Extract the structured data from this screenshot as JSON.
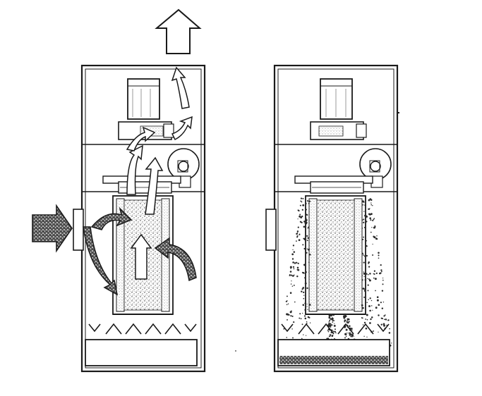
{
  "diagram": {
    "panels": [
      {
        "id": "filtering-mode",
        "flows": [
          "dirty-air-inlet",
          "clean-air-outlet",
          "internal-airflow-arrows"
        ]
      },
      {
        "id": "cleaning-mode",
        "flows": [
          "dust-discharge-to-hopper"
        ]
      }
    ],
    "labels": []
  },
  "colors": {
    "ink": "#1a1a1a",
    "paper": "#ffffff",
    "dust": "#2a2a2a"
  }
}
